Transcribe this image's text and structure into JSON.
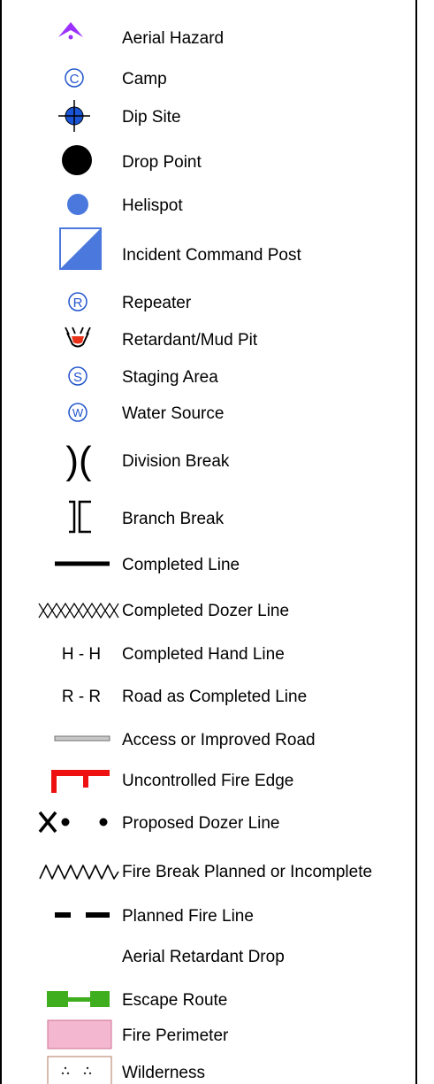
{
  "legend": {
    "items": [
      {
        "symbol": "aerial-hazard-icon",
        "label": "Aerial Hazard",
        "color": "#9b30ff"
      },
      {
        "symbol": "camp-icon",
        "label": "Camp",
        "glyph": "C",
        "color": "#2255cc"
      },
      {
        "symbol": "dip-site-icon",
        "label": "Dip Site",
        "color": "#1a55d6"
      },
      {
        "symbol": "drop-point-icon",
        "label": "Drop Point",
        "color": "#000000"
      },
      {
        "symbol": "helispot-icon",
        "label": "Helispot",
        "color": "#4a78dc"
      },
      {
        "symbol": "incident-command-post-icon",
        "label": "Incident Command Post",
        "color": "#4a78dc"
      },
      {
        "symbol": "repeater-icon",
        "label": "Repeater",
        "glyph": "R",
        "color": "#2255cc"
      },
      {
        "symbol": "retardant-mud-pit-icon",
        "label": "Retardant/Mud Pit",
        "color": "#e8331a"
      },
      {
        "symbol": "staging-area-icon",
        "label": "Staging Area",
        "glyph": "S",
        "color": "#2255cc"
      },
      {
        "symbol": "water-source-icon",
        "label": "Water Source",
        "glyph": "W",
        "color": "#2255cc"
      },
      {
        "symbol": "division-break-icon",
        "label": "Division Break",
        "glyph": ")(",
        "color": "#000000"
      },
      {
        "symbol": "branch-break-icon",
        "label": "Branch Break",
        "color": "#000000"
      },
      {
        "symbol": "completed-line-icon",
        "label": "Completed Line",
        "color": "#000000"
      },
      {
        "symbol": "completed-dozer-line-icon",
        "label": "Completed Dozer Line",
        "color": "#000000"
      },
      {
        "symbol": "completed-hand-line-icon",
        "label": "Completed Hand Line",
        "glyph": "H - H",
        "color": "#000000"
      },
      {
        "symbol": "road-completed-line-icon",
        "label": "Road as Completed Line",
        "glyph": "R - R",
        "color": "#000000"
      },
      {
        "symbol": "access-road-icon",
        "label": "Access or Improved Road",
        "color": "#c8c8c8"
      },
      {
        "symbol": "uncontrolled-fire-edge-icon",
        "label": "Uncontrolled Fire Edge",
        "color": "#ee1111"
      },
      {
        "symbol": "proposed-dozer-line-icon",
        "label": "Proposed Dozer Line",
        "color": "#000000"
      },
      {
        "symbol": "fire-break-planned-icon",
        "label": "Fire Break Planned or Incomplete",
        "color": "#000000"
      },
      {
        "symbol": "planned-fire-line-icon",
        "label": "Planned Fire Line",
        "color": "#000000"
      },
      {
        "symbol": "aerial-retardant-drop-icon",
        "label": "Aerial Retardant Drop",
        "color": "#000000"
      },
      {
        "symbol": "escape-route-icon",
        "label": "Escape Route",
        "color": "#3fae1e"
      },
      {
        "symbol": "fire-perimeter-icon",
        "label": "Fire Perimeter",
        "color": "#f3b8d0"
      },
      {
        "symbol": "wilderness-icon",
        "label": "Wilderness",
        "color": "#b07a60"
      }
    ]
  }
}
